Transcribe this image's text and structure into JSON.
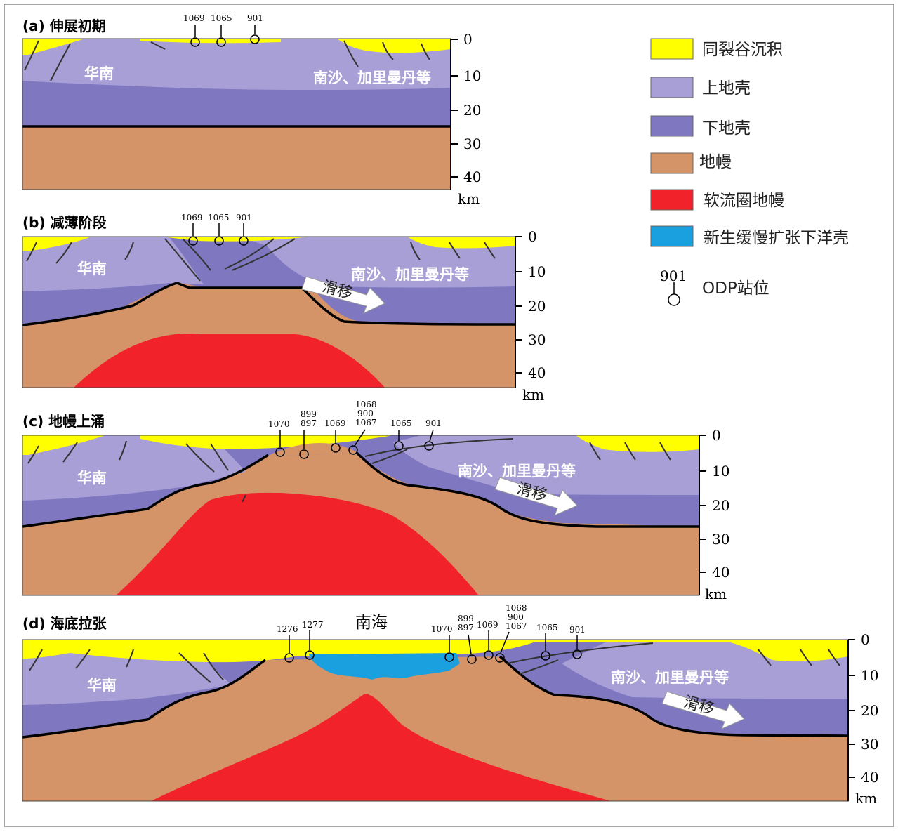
{
  "panels": [
    {
      "title": "(a) 伸展初期",
      "left_region": "华南",
      "right_region": "南沙、加里曼丹等",
      "sites": [
        "1069",
        "1065",
        "901"
      ],
      "depth_ticks": [
        "0",
        "10",
        "20",
        "30",
        "40"
      ],
      "unit": "km"
    },
    {
      "title": "(b) 减薄阶段",
      "left_region": "华南",
      "right_region": "南沙、加里曼丹等",
      "slide_label": "滑移",
      "sites": [
        "1069",
        "1065",
        "901"
      ],
      "depth_ticks": [
        "0",
        "10",
        "20",
        "30",
        "40"
      ],
      "unit": "km"
    },
    {
      "title": "(c) 地幔上涌",
      "left_region": "华南",
      "right_region": "南沙、加里曼丹等",
      "slide_label": "滑移",
      "sites": [
        "1070",
        "899\n897",
        "1069",
        "1068\n900\n1067",
        "1065",
        "901"
      ],
      "depth_ticks": [
        "0",
        "10",
        "20",
        "30",
        "40"
      ],
      "unit": "km"
    },
    {
      "title": "(d) 海底拉张",
      "left_region": "华南",
      "right_region": "南沙、加里曼丹等",
      "slide_label": "滑移",
      "sea_label": "南海",
      "sites": [
        "1276",
        "1277",
        "1070",
        "899\n897",
        "1069",
        "1068\n900\n1067",
        "1065",
        "901"
      ],
      "depth_ticks": [
        "0",
        "10",
        "20",
        "30",
        "40"
      ],
      "unit": "km"
    }
  ],
  "legend": [
    {
      "label": "同裂谷沉积",
      "color": "#ffff00"
    },
    {
      "label": "上地壳",
      "color": "#a89fd6"
    },
    {
      "label": "下地壳",
      "color": "#7f78c0"
    },
    {
      "label": "地幔",
      "color": "#d59467"
    },
    {
      "label": "软流圈地幔",
      "color": "#f2222a"
    },
    {
      "label": "新生缓慢扩张下洋壳",
      "color": "#1aa0de"
    }
  ],
  "legend_site": {
    "number": "901",
    "label": "ODP站位"
  }
}
